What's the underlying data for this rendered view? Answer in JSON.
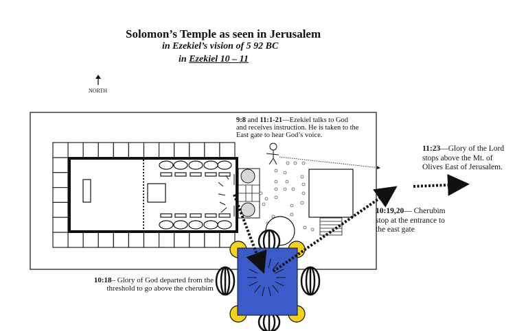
{
  "title": "Solomon’s Temple as seen in Jerusalem",
  "subtitle_1": "in Ezekiel’s vision of 5 92 BC",
  "subtitle_2_prefix": "in ",
  "subtitle_2_ref": "Ezekiel 10 – 11",
  "compass": {
    "label": "NORTH",
    "icon": "north-arrow-icon"
  },
  "notes": {
    "ezekiel_talks": {
      "ref": "9:8",
      "mid": " and ",
      "ref2": "11:1-21",
      "text": "—Ezekiel talks to God and receives instruction.  He is taken to the East gate to hear God’s voice."
    },
    "mount_olives": {
      "ref": "11:23",
      "text": "—Glory of the Lord stops above the Mt. of Olives East of Jerusalem."
    },
    "east_gate": {
      "ref": "10:19,20",
      "text": "— Cherubim stop at the entrance to the east gate"
    },
    "threshold": {
      "ref": "10:18",
      "text": "– Glory of God departed from the threshold to go above the cherubim"
    }
  },
  "colors": {
    "throne": "#3a5bc9",
    "wheel_hub": "#f3d21c",
    "pillar": "#d8d8d8",
    "ink": "#111111"
  }
}
